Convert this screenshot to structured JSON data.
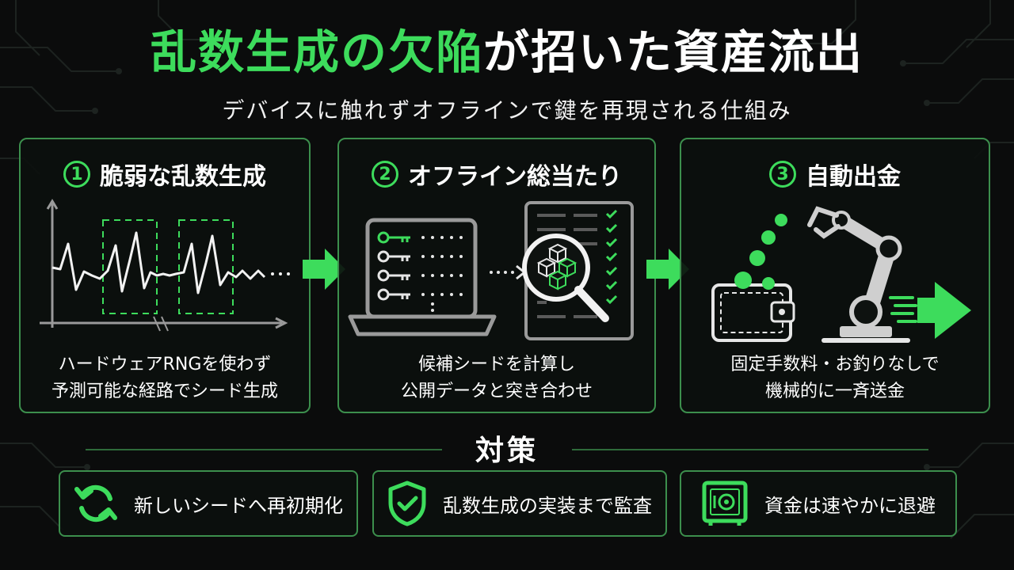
{
  "title": {
    "highlight": "乱数生成の欠陥",
    "rest": "が招いた資産流出"
  },
  "subtitle": "デバイスに触れずオフラインで鍵を再現される仕組み",
  "steps": [
    {
      "num": "1",
      "title": "脆弱な乱数生成",
      "desc": [
        "ハードウェアRNGを使わず",
        "予測可能な経路でシード生成"
      ]
    },
    {
      "num": "2",
      "title": "オフライン総当たり",
      "desc": [
        "候補シードを計算し",
        "公開データと突き合わせ"
      ]
    },
    {
      "num": "3",
      "title": "自動出金",
      "desc": [
        "固定手数料・お釣りなしで",
        "機械的に一斉送金"
      ]
    }
  ],
  "countermeasures": {
    "title": "対策",
    "items": [
      {
        "icon": "refresh-icon",
        "label": "新しいシードへ再初期化"
      },
      {
        "icon": "shield-check-icon",
        "label": "乱数生成の実装まで監査"
      },
      {
        "icon": "safe-icon",
        "label": "資金は速やかに退避"
      }
    ]
  },
  "colors": {
    "accent": "#3ddc5c",
    "border": "#3c8f4d",
    "background": "#0b0c0c"
  }
}
